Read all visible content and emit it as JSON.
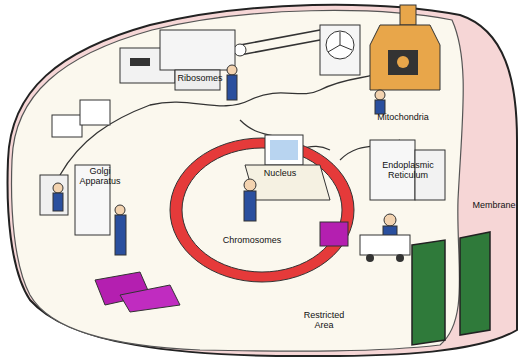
{
  "diagram": {
    "labels": [
      "Ribosomes",
      "Mitochondria",
      "Golgi Apparatus",
      "Nucleus",
      "Chromosomes",
      "Endoplasmic Reticulum",
      "Membrane",
      "Restricted Area"
    ]
  }
}
